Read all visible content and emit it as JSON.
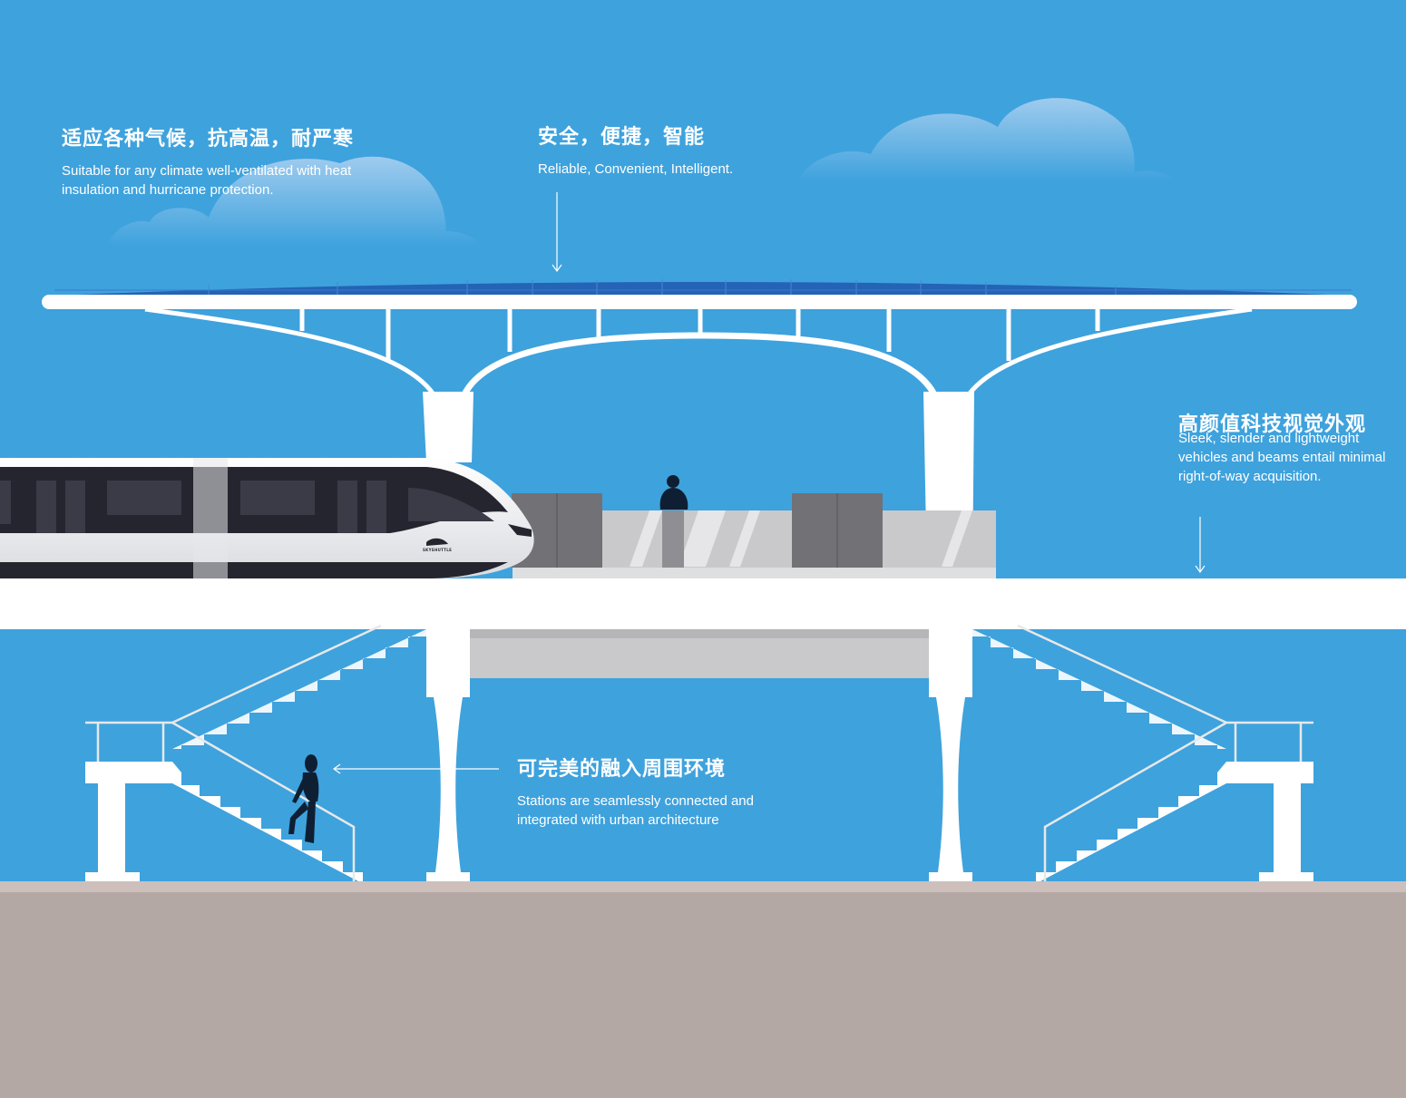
{
  "callouts": {
    "climate": {
      "title": "适应各种气候，抗高温，耐严寒",
      "desc": "Suitable for any climate well-ventilated with heat insulation and hurricane protection."
    },
    "safety": {
      "title": "安全，便捷，智能",
      "desc": "Reliable, Convenient, Intelligent."
    },
    "design": {
      "title": "高颜值科技视觉外观",
      "desc": "Sleek, slender and lightweight vehicles and beams entail minimal right-of-way acquisition."
    },
    "urban": {
      "title": "可完美的融入周围环境",
      "desc": "Stations are seamlessly connected and integrated with urban architecture"
    }
  },
  "train": {
    "logo_text": "SKYSHUTTLE"
  },
  "colors": {
    "sky": "#3ea2dd",
    "structure": "#ffffff",
    "solar_panel": "#2463b5",
    "ground": "#b4a8a5",
    "ground_edge": "#cdbfbb",
    "train_dark": "#25252f",
    "platform_gray": "#c9c9cb",
    "booth_gray": "#727176"
  },
  "icons": [
    "down-arrow-icon",
    "left-arrow-icon",
    "person-silhouette-icon",
    "cloud-icon"
  ]
}
